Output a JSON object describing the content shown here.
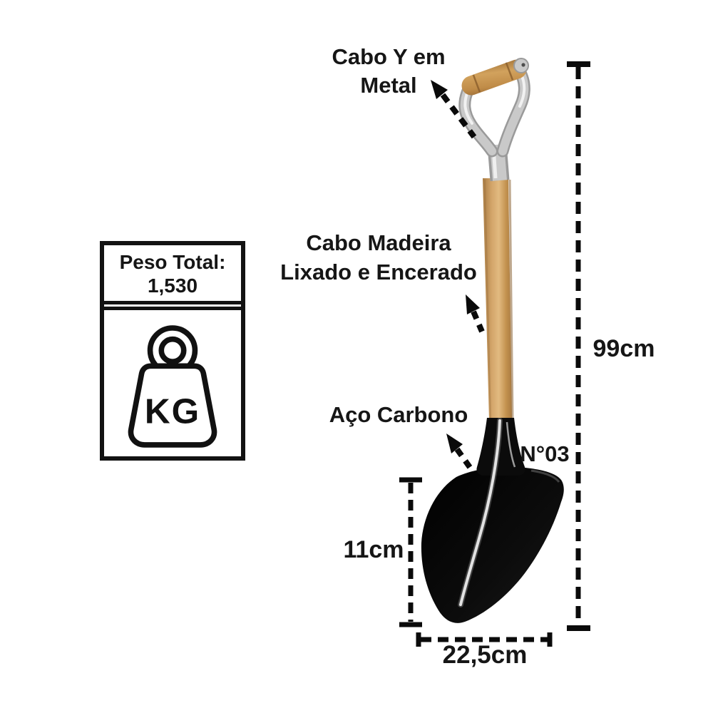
{
  "page": {
    "background": "#ffffff"
  },
  "labels": {
    "handle": {
      "line1": "Cabo Y em",
      "line2": "Metal"
    },
    "shaft": {
      "line1": "Cabo Madeira",
      "line2": "Lixado e Encerado"
    },
    "blade_material": "Aço Carbono",
    "blade_gauge": "N°03"
  },
  "dimensions": {
    "total_length": "99cm",
    "blade_height": "11cm",
    "blade_width": "22,5cm"
  },
  "weight_box": {
    "title": "Peso Total:",
    "value": "1,530",
    "unit": "KG"
  },
  "colors": {
    "ink": "#121212",
    "wood_shaft": "#d2a469",
    "wood_grip": "#c08c48",
    "metal": "#c9c9c9",
    "steel_black": "#0b0b0b"
  }
}
